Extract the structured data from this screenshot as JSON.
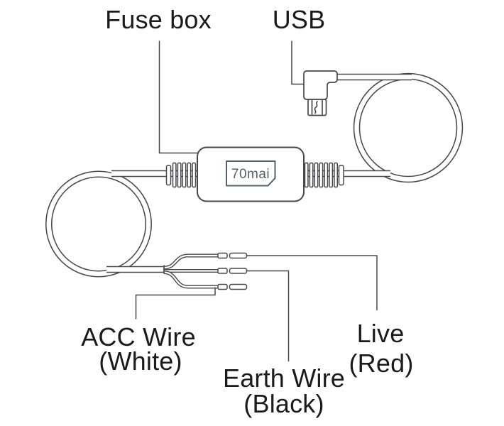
{
  "colors": {
    "line": "#48484a",
    "text": "#1b1b1b",
    "logo": "#5b6066",
    "background": "#ffffff"
  },
  "labels": {
    "fuse_box": "Fuse box",
    "usb": "USB",
    "acc_line1": "ACC Wire",
    "acc_line2": "(White)",
    "earth_line1": "Earth Wire",
    "earth_line2": "(Black)",
    "live_line1": "Live",
    "live_line2": "(Red)"
  },
  "device": {
    "logo": "70mai"
  }
}
